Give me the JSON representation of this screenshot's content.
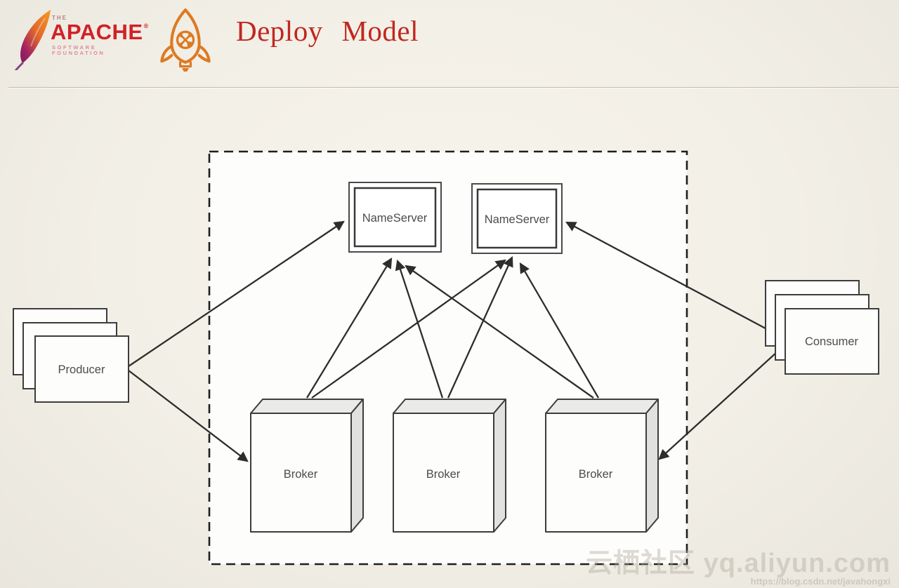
{
  "header": {
    "apache": {
      "the": "THE",
      "brand": "APACHE",
      "reg": "®",
      "foundation": "SOFTWARE FOUNDATION"
    },
    "title": "Deploy Model"
  },
  "diagram": {
    "nameservers": [
      {
        "label": "NameServer"
      },
      {
        "label": "NameServer"
      }
    ],
    "brokers": [
      {
        "label": "Broker"
      },
      {
        "label": "Broker"
      },
      {
        "label": "Broker"
      }
    ],
    "producer": {
      "label": "Producer"
    },
    "consumer": {
      "label": "Consumer"
    },
    "edges": [
      {
        "from": "producer",
        "to": "nameserver-1"
      },
      {
        "from": "producer",
        "to": "broker-1"
      },
      {
        "from": "consumer",
        "to": "nameserver-2"
      },
      {
        "from": "consumer",
        "to": "broker-3"
      },
      {
        "from": "broker-1",
        "to": "nameserver-1"
      },
      {
        "from": "broker-1",
        "to": "nameserver-2"
      },
      {
        "from": "broker-2",
        "to": "nameserver-1"
      },
      {
        "from": "broker-2",
        "to": "nameserver-2"
      },
      {
        "from": "broker-3",
        "to": "nameserver-1"
      },
      {
        "from": "broker-3",
        "to": "nameserver-2"
      }
    ]
  },
  "watermark": {
    "main": "云栖社区 yq.aliyun.com",
    "sub": "https://blog.csdn.net/javahongxi"
  },
  "colors": {
    "title_red": "#c0271f",
    "apache_red": "#d22027",
    "rocket_orange": "#dd7a23",
    "line_dark": "#2d2d2d",
    "bg_cream": "#f2efe6",
    "cluster_fill": "#fdfdfb",
    "box_side_gray": "#e6e6e4"
  }
}
